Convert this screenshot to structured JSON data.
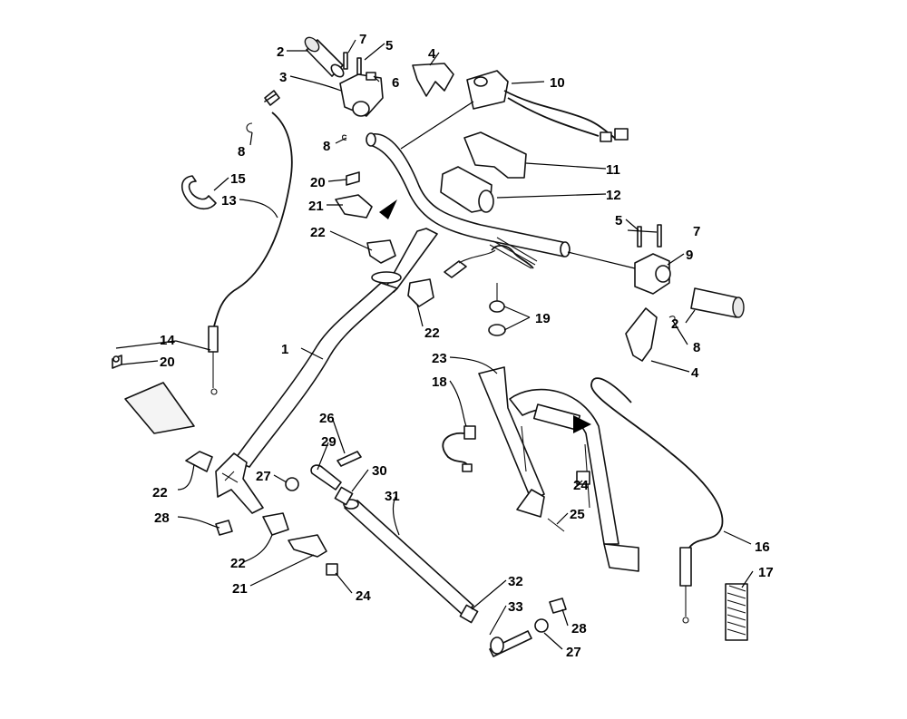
{
  "callouts": [
    {
      "id": "c1",
      "text": "1"
    },
    {
      "id": "c2a",
      "text": "2"
    },
    {
      "id": "c2b",
      "text": "2"
    },
    {
      "id": "c3",
      "text": "3"
    },
    {
      "id": "c4a",
      "text": "4"
    },
    {
      "id": "c4b",
      "text": "4"
    },
    {
      "id": "c5a",
      "text": "5"
    },
    {
      "id": "c5b",
      "text": "5"
    },
    {
      "id": "c6",
      "text": "6"
    },
    {
      "id": "c7a",
      "text": "7"
    },
    {
      "id": "c7b",
      "text": "7"
    },
    {
      "id": "c8a",
      "text": "8"
    },
    {
      "id": "c8b",
      "text": "8"
    },
    {
      "id": "c8c",
      "text": "8"
    },
    {
      "id": "c9",
      "text": "9"
    },
    {
      "id": "c10",
      "text": "10"
    },
    {
      "id": "c11",
      "text": "11"
    },
    {
      "id": "c12",
      "text": "12"
    },
    {
      "id": "c13",
      "text": "13"
    },
    {
      "id": "c14",
      "text": "14"
    },
    {
      "id": "c15",
      "text": "15"
    },
    {
      "id": "c16",
      "text": "16"
    },
    {
      "id": "c17",
      "text": "17"
    },
    {
      "id": "c18",
      "text": "18"
    },
    {
      "id": "c19",
      "text": "19"
    },
    {
      "id": "c20a",
      "text": "20"
    },
    {
      "id": "c20b",
      "text": "20"
    },
    {
      "id": "c21a",
      "text": "21"
    },
    {
      "id": "c21b",
      "text": "21"
    },
    {
      "id": "c22a",
      "text": "22"
    },
    {
      "id": "c22b",
      "text": "22"
    },
    {
      "id": "c22c",
      "text": "22"
    },
    {
      "id": "c22d",
      "text": "22"
    },
    {
      "id": "c23",
      "text": "23"
    },
    {
      "id": "c24a",
      "text": "24"
    },
    {
      "id": "c24b",
      "text": "24"
    },
    {
      "id": "c25",
      "text": "25"
    },
    {
      "id": "c26",
      "text": "26"
    },
    {
      "id": "c27a",
      "text": "27"
    },
    {
      "id": "c27b",
      "text": "27"
    },
    {
      "id": "c28a",
      "text": "28"
    },
    {
      "id": "c28b",
      "text": "28"
    },
    {
      "id": "c29",
      "text": "29"
    },
    {
      "id": "c30",
      "text": "30"
    },
    {
      "id": "c31",
      "text": "31"
    },
    {
      "id": "c32",
      "text": "32"
    },
    {
      "id": "c33",
      "text": "33"
    }
  ]
}
